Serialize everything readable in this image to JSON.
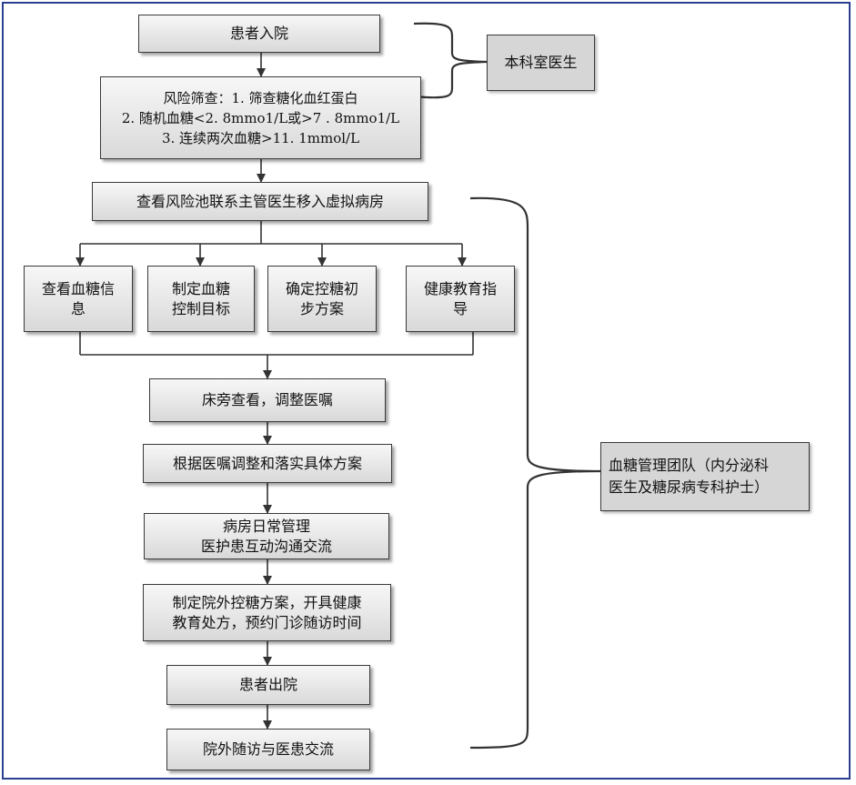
{
  "flow": {
    "admission": "患者入院",
    "risk_screen": {
      "line1": "风险筛查：1. 筛查糖化血红蛋白",
      "line2": "2. 随机血糖<2. 8mmo1/L或>7 . 8mmo1/L",
      "line3": "3. 连续两次血糖>11. 1mmol/L"
    },
    "risk_pool": "查看风险池联系主管医生移入虚拟病房",
    "branches": [
      {
        "line1": "查看血糖信",
        "line2": "息"
      },
      {
        "line1": "制定血糖",
        "line2": "控制目标"
      },
      {
        "line1": "确定控糖初",
        "line2": "步方案"
      },
      {
        "line1": "健康教育指",
        "line2": "导"
      }
    ],
    "bedside": "床旁查看，调整医嘱",
    "implement": "根据医嘱调整和落实具体方案",
    "ward_mgmt": {
      "line1": "病房日常管理",
      "line2": "医护患互动沟通交流"
    },
    "discharge_plan": {
      "line1": "制定院外控糖方案，开具健康",
      "line2": "教育处方，预约门诊随访时间"
    },
    "discharge": "患者出院",
    "followup": "院外随访与医患交流"
  },
  "roles": {
    "department_doctor": "本科室医生",
    "team": {
      "line1": "血糖管理团队（内分泌科",
      "line2": "医生及糖尿病专科护士）"
    }
  }
}
